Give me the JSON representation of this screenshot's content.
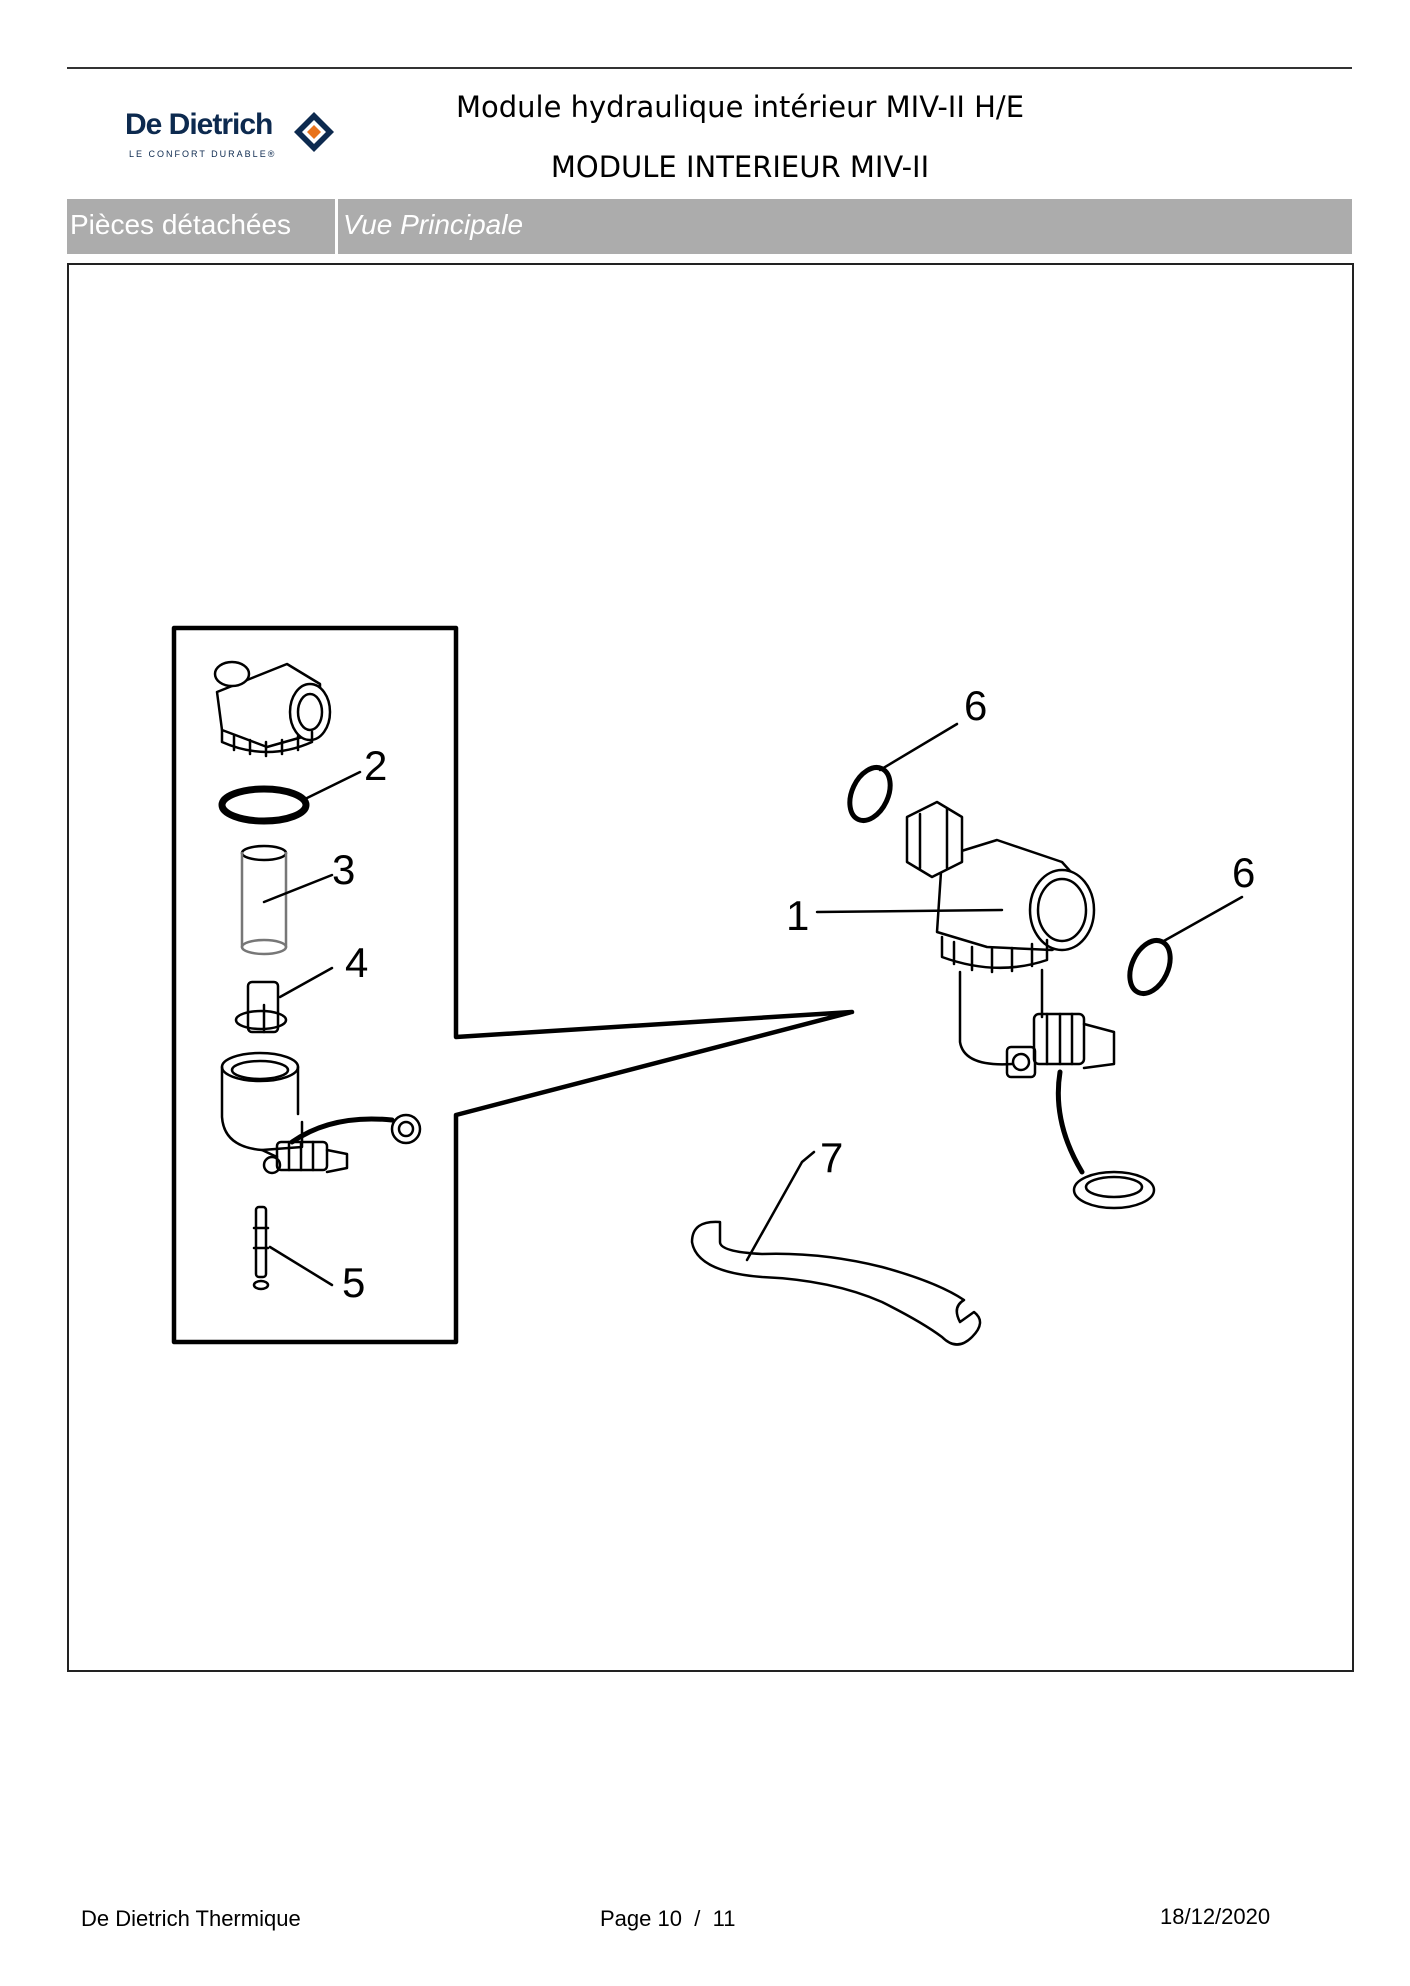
{
  "header": {
    "logo": {
      "name": "De Dietrich",
      "tagline": "LE CONFORT DURABLE®"
    },
    "title_line1": "Module hydraulique intérieur MIV-II H/E",
    "title_line2": "MODULE INTERIEUR MIV-II"
  },
  "tabs": {
    "section": "Pièces détachées",
    "view": "Vue Principale"
  },
  "drawing": {
    "callouts": [
      "1",
      "2",
      "3",
      "4",
      "5",
      "6",
      "6",
      "7"
    ]
  },
  "footer": {
    "company": "De Dietrich Thermique",
    "page_label": "Page",
    "page_current": "10",
    "page_separator": "/",
    "page_total": "11",
    "date": "18/12/2020"
  },
  "colors": {
    "tab_bar": "#acacac",
    "logo_blue": "#0d2a4f",
    "logo_orange": "#e8731c"
  }
}
